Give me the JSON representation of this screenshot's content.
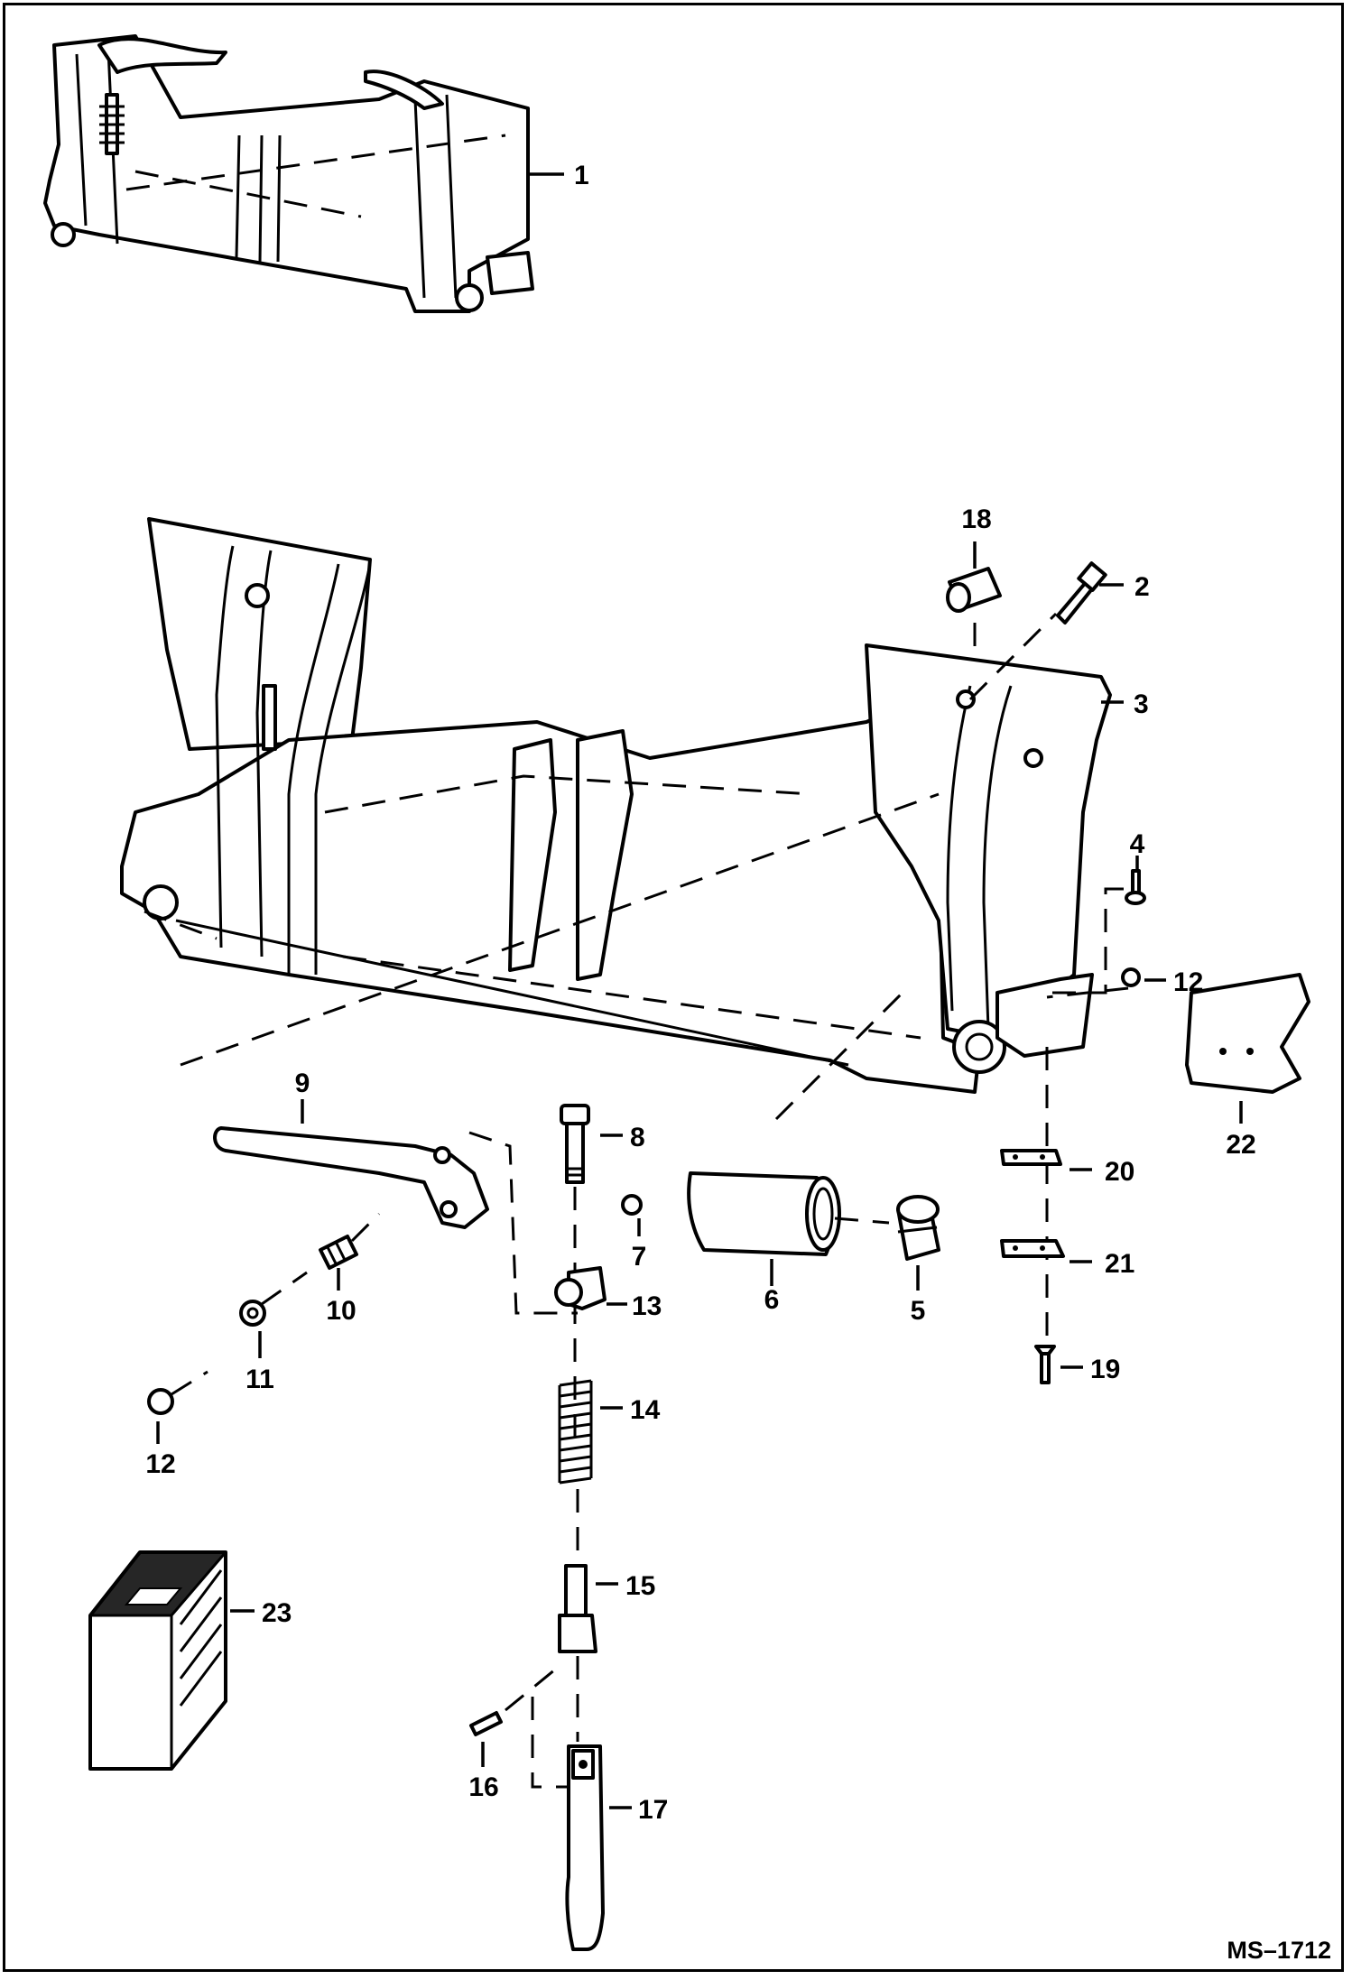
{
  "drawing": {
    "ref_number": "MS–1712"
  },
  "callouts": [
    {
      "id": "1",
      "text": "1"
    },
    {
      "id": "2",
      "text": "2"
    },
    {
      "id": "3",
      "text": "3"
    },
    {
      "id": "4",
      "text": "4"
    },
    {
      "id": "5",
      "text": "5"
    },
    {
      "id": "6",
      "text": "6"
    },
    {
      "id": "7",
      "text": "7"
    },
    {
      "id": "8",
      "text": "8"
    },
    {
      "id": "9",
      "text": "9"
    },
    {
      "id": "10",
      "text": "10"
    },
    {
      "id": "11",
      "text": "11"
    },
    {
      "id": "12a",
      "text": "12"
    },
    {
      "id": "12b",
      "text": "12"
    },
    {
      "id": "13",
      "text": "13"
    },
    {
      "id": "14",
      "text": "14"
    },
    {
      "id": "15",
      "text": "15"
    },
    {
      "id": "16",
      "text": "16"
    },
    {
      "id": "17",
      "text": "17"
    },
    {
      "id": "18",
      "text": "18"
    },
    {
      "id": "19",
      "text": "19"
    },
    {
      "id": "20",
      "text": "20"
    },
    {
      "id": "21",
      "text": "21"
    },
    {
      "id": "22",
      "text": "22"
    },
    {
      "id": "23",
      "text": "23"
    }
  ]
}
